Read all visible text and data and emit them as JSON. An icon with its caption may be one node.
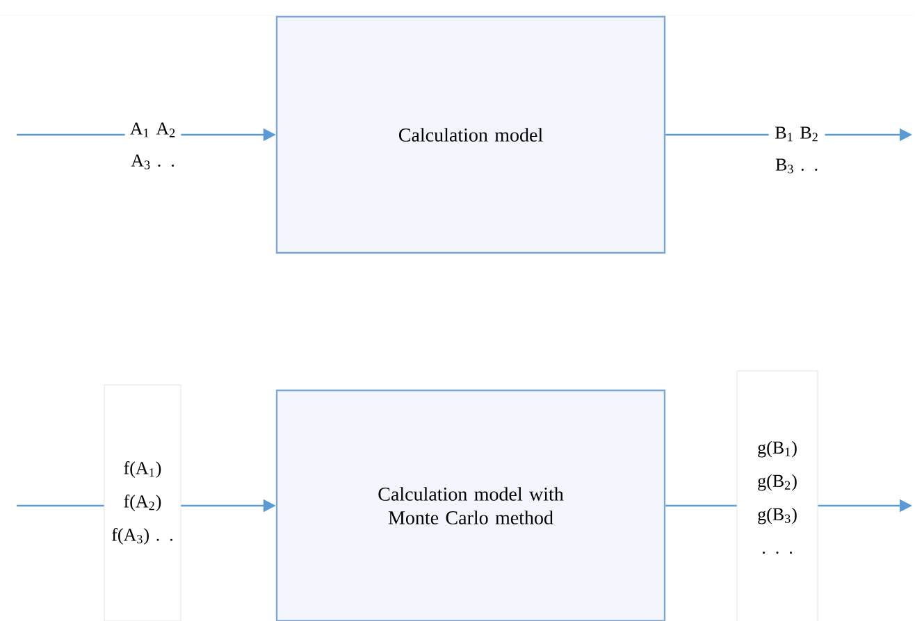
{
  "diagram": {
    "nodes": [
      {
        "text": [
          "A$_{1}$ A$_{2}$ A$_{3}$ . ."
        ]
      },
      {
        "text": [
          "Calculation model"
        ]
      },
      {
        "text": [
          "B$_{1}$ B$_{2}$ B$_{3}$ . ."
        ]
      },
      {
        "text": [
          "f(A$_{1}$) f(A$_{2}$) f(A$_{3}$) . ."
        ]
      },
      {
        "text": [
          "Calculation model with Monte Carlo method"
        ]
      },
      {
        "text": [
          "g(B$_{1}$) g(B$_{2}$) g(B$_{3}$) . . ."
        ]
      }
    ],
    "edges": [
      {
        "from": null,
        "to": 0,
        "arrow": "none"
      },
      {
        "from": 0,
        "to": 1,
        "arrow": "to"
      },
      {
        "from": 1,
        "to": 2,
        "arrow": "none"
      },
      {
        "from": 2,
        "to": null,
        "arrow": "to"
      },
      {
        "from": null,
        "to": 3,
        "arrow": "none"
      },
      {
        "from": 3,
        "to": 4,
        "arrow": "to"
      },
      {
        "from": 4,
        "to": 5,
        "arrow": "none"
      },
      {
        "from": 5,
        "to": null,
        "arrow": "to"
      }
    ]
  }
}
